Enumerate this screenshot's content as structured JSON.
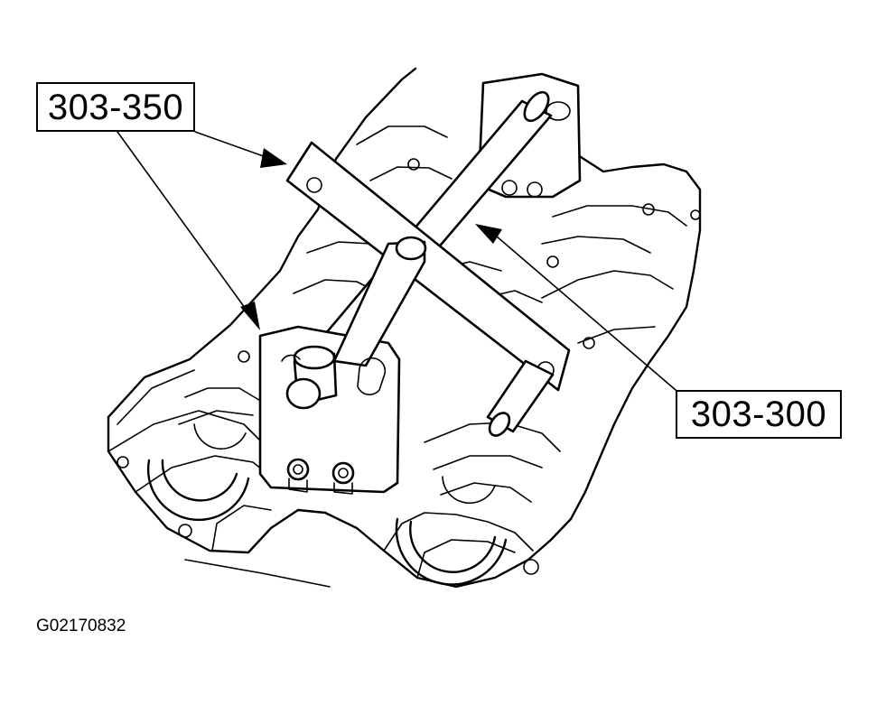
{
  "callouts": {
    "tool_a": "303-350",
    "tool_b": "303-300"
  },
  "figure_id": "G02170832"
}
